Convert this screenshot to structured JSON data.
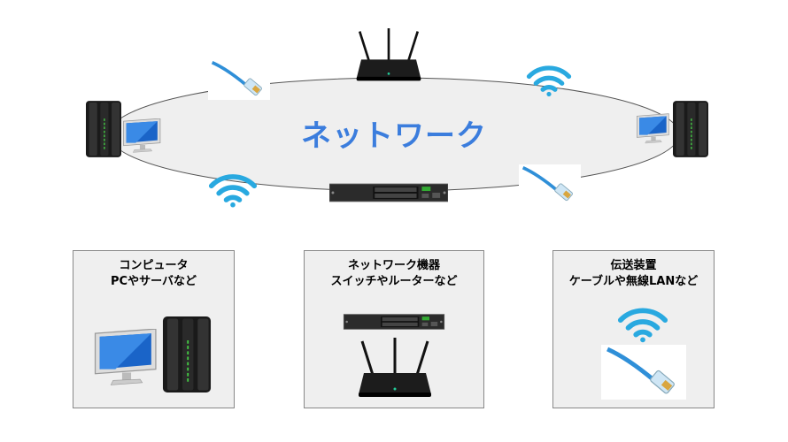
{
  "diagram": {
    "center_label": "ネットワーク",
    "accent_color": "#3b7ddd",
    "categories": [
      {
        "title": "コンピュータ",
        "subtitle": "PCやサーバなど"
      },
      {
        "title": "ネットワーク機器",
        "subtitle": "スイッチやルーターなど"
      },
      {
        "title": "伝送装置",
        "subtitle": "ケーブルや無線LANなど"
      }
    ]
  }
}
